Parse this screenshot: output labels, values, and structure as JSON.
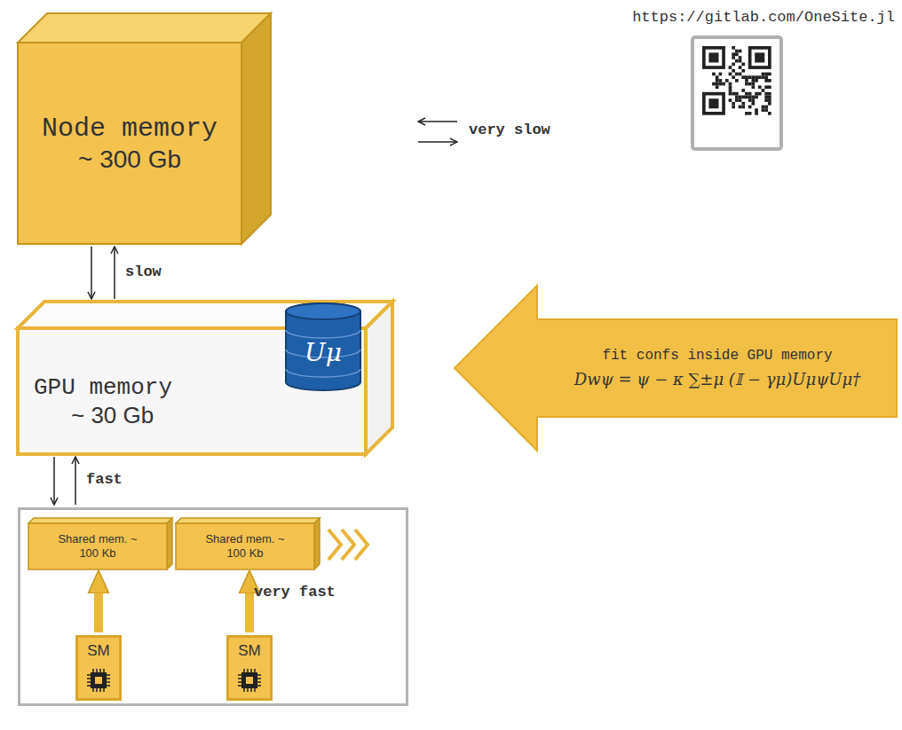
{
  "diagram": {
    "nodes": [
      {
        "text": [
          "Node memory",
          "~ 300 Gb"
        ]
      },
      {
        "text": [
          "GPU memory",
          "~ 30 Gb"
        ]
      },
      {
        "text": [
          "Uμ"
        ],
        "in": 1
      },
      {
        "text": [
          "fit confs inside GPU memory",
          "Dwψ = ψ − κ ∑±μ (𝕀 − γμ)UμψUμ†"
        ]
      },
      {
        "text": [
          "very fast"
        ]
      },
      {
        "text": [
          "Shared mem. ~ 100 Kb"
        ],
        "in": 4
      },
      {
        "text": [
          "Shared mem. ~ 100 Kb"
        ],
        "in": 4
      },
      {
        "text": [
          "SM"
        ],
        "in": 4
      },
      {
        "text": [
          "SM"
        ],
        "in": 4
      }
    ],
    "edges": [
      {
        "from": 0,
        "to": 1,
        "arrow": "both",
        "label": "slow"
      },
      {
        "from": 1,
        "to": 4,
        "arrow": "both",
        "label": "fast"
      },
      {
        "from": 7,
        "to": 5,
        "arrow": "to"
      },
      {
        "from": 8,
        "to": 6,
        "arrow": "to"
      }
    ],
    "labels": [
      "https://gitlab.com/OneSite.jl",
      "very slow"
    ]
  }
}
